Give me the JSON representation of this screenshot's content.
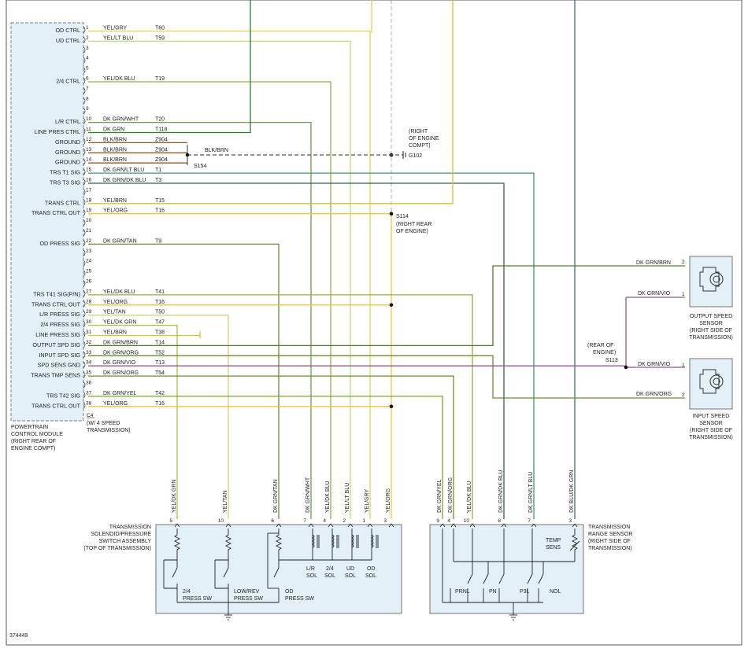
{
  "pcm": {
    "title": [
      "POWERTRAIN",
      "CONTROL MODULE",
      "(RIGHT REAR OF",
      "ENGINE COMPT)"
    ],
    "connector": "C4",
    "connector_note": [
      "(W/ 4 SPEED",
      "TRANSMISSION)"
    ],
    "pins": [
      {
        "n": "1",
        "label": "OD CTRL",
        "color": "YEL/GRY",
        "circuit": "T60"
      },
      {
        "n": "2",
        "label": "UD CTRL",
        "color": "YEL/LT BLU",
        "circuit": "T59"
      },
      {
        "n": "3",
        "label": "",
        "color": "",
        "circuit": ""
      },
      {
        "n": "4",
        "label": "",
        "color": "",
        "circuit": ""
      },
      {
        "n": "5",
        "label": "",
        "color": "",
        "circuit": ""
      },
      {
        "n": "6",
        "label": "2/4 CTRL",
        "color": "YEL/DK BLU",
        "circuit": "T19"
      },
      {
        "n": "7",
        "label": "",
        "color": "",
        "circuit": ""
      },
      {
        "n": "8",
        "label": "",
        "color": "",
        "circuit": ""
      },
      {
        "n": "9",
        "label": "",
        "color": "",
        "circuit": ""
      },
      {
        "n": "10",
        "label": "L/R CTRL",
        "color": "DK GRN/WHT",
        "circuit": "T20"
      },
      {
        "n": "11",
        "label": "LINE PRES CTRL",
        "color": "DK GRN",
        "circuit": "T118"
      },
      {
        "n": "12",
        "label": "GROUND",
        "color": "BLK/BRN",
        "circuit": "Z904"
      },
      {
        "n": "13",
        "label": "GROUND",
        "color": "BLK/BRN",
        "circuit": "Z904"
      },
      {
        "n": "14",
        "label": "GROUND",
        "color": "BLK/BRN",
        "circuit": "Z904"
      },
      {
        "n": "15",
        "label": "TRS T1 SIG",
        "color": "DK GRN/LT BLU",
        "circuit": "T1"
      },
      {
        "n": "16",
        "label": "TRS T3 SIG",
        "color": "DK GRN/DK BLU",
        "circuit": "T3"
      },
      {
        "n": "17",
        "label": "",
        "color": "",
        "circuit": ""
      },
      {
        "n": "18",
        "label": "TRANS CTRL",
        "color": "YEL/BRN",
        "circuit": "T15"
      },
      {
        "n": "19",
        "label": "TRANS CTRL OUT",
        "color": "YEL/ORG",
        "circuit": "T16"
      },
      {
        "n": "20",
        "label": "",
        "color": "",
        "circuit": ""
      },
      {
        "n": "21",
        "label": "",
        "color": "",
        "circuit": ""
      },
      {
        "n": "22",
        "label": "OD PRESS SIG",
        "color": "DK GRN/TAN",
        "circuit": "T9"
      },
      {
        "n": "23",
        "label": "",
        "color": "",
        "circuit": ""
      },
      {
        "n": "24",
        "label": "",
        "color": "",
        "circuit": ""
      },
      {
        "n": "25",
        "label": "",
        "color": "",
        "circuit": ""
      },
      {
        "n": "26",
        "label": "",
        "color": "",
        "circuit": ""
      },
      {
        "n": "27",
        "label": "TRS T41 SIG(P/N)",
        "color": "YEL/DK BLU",
        "circuit": "T41"
      },
      {
        "n": "28",
        "label": "TRANS CTRL OUT",
        "color": "YEL/ORG",
        "circuit": "T16"
      },
      {
        "n": "29",
        "label": "L/R PRESS SIG",
        "color": "YEL/TAN",
        "circuit": "T50"
      },
      {
        "n": "30",
        "label": "2/4 PRESS SIG",
        "color": "YEL/DK GRN",
        "circuit": "T47"
      },
      {
        "n": "31",
        "label": "LINE PRESS SIG",
        "color": "YEL/BRN",
        "circuit": "T38"
      },
      {
        "n": "32",
        "label": "OUTPUT SPD SIG",
        "color": "DK GRN/BRN",
        "circuit": "T14"
      },
      {
        "n": "33",
        "label": "INPUT SPD SIG",
        "color": "DK GRN/ORG",
        "circuit": "T52"
      },
      {
        "n": "34",
        "label": "SPD SENS GND",
        "color": "DK GRN/VIO",
        "circuit": "T13"
      },
      {
        "n": "35",
        "label": "TRANS TMP SENS",
        "color": "DK GRN/ORG",
        "circuit": "T54"
      },
      {
        "n": "36",
        "label": "",
        "color": "",
        "circuit": ""
      },
      {
        "n": "37",
        "label": "TRS T42 SIG",
        "color": "DK GRN/YEL",
        "circuit": "T42"
      },
      {
        "n": "38",
        "label": "TRANS CTRL OUT",
        "color": "YEL/ORG",
        "circuit": "T16"
      }
    ]
  },
  "splices": {
    "s154": "S154",
    "ground_wire": "BLK/BRN",
    "g102": "G102",
    "g102_loc": [
      "(RIGHT",
      "OF ENGINE",
      "COMPT)"
    ],
    "s114": "S114",
    "s114_loc": [
      "(RIGHT REAR",
      "OF ENGINE)"
    ],
    "s113": "S113",
    "s113_loc": [
      "(REAR OF",
      "ENGINE)"
    ]
  },
  "solenoid": {
    "title": [
      "TRANSMISSION",
      "SOLENOID/PRESSURE",
      "SWITCH ASSEMBLY",
      "(TOP OF TRANSMISSION)"
    ],
    "pins": [
      {
        "pin": "5",
        "color": "YEL/DK GRN"
      },
      {
        "pin": "10",
        "color": "YEL/TAN"
      },
      {
        "pin": "6",
        "color": "DK GRN/TAN"
      },
      {
        "pin": "7",
        "color": "DK GRN/WHT"
      },
      {
        "pin": "4",
        "color": "YEL/DK BLU"
      },
      {
        "pin": "2",
        "color": "YEL/LT BLU"
      },
      {
        "pin": "1",
        "color": "YEL/GRY"
      },
      {
        "pin": "3",
        "color": "YEL/ORG"
      }
    ],
    "sols": [
      [
        "L/R",
        "SOL"
      ],
      [
        "2/4",
        "SOL"
      ],
      [
        "UD",
        "SOL"
      ],
      [
        "OD",
        "SOL"
      ]
    ],
    "switches": [
      [
        "2/4",
        "PRESS SW"
      ],
      [
        "LOW/REV",
        "PRESS SW"
      ],
      [
        "OD",
        "PRESS SW"
      ]
    ]
  },
  "range": {
    "title": [
      "TRANSMISSION",
      "RANGE SENSOR",
      "(RIGHT SIDE OF",
      "TRANSMISSION)"
    ],
    "pins": [
      {
        "pin": "9",
        "color": "DK GRN/YEL"
      },
      {
        "pin": "4",
        "color": "DK GRN/ORG"
      },
      {
        "pin": "10",
        "color": "YEL/DK BLU"
      },
      {
        "pin": "8",
        "color": "DK GRN/DK BLU"
      },
      {
        "pin": "7",
        "color": "DK GRN/LT BLU"
      },
      {
        "pin": "3",
        "color": "DK BLU/DK GRN"
      }
    ],
    "temp": [
      "TEMP",
      "SENS"
    ],
    "switches": [
      "PRNL",
      "PN",
      "P3L",
      "NOL"
    ]
  },
  "output_sensor": {
    "title": [
      "OUTPUT SPEED",
      "SENSOR",
      "(RIGHT SIDE OF",
      "TRANSMISSION)"
    ],
    "pin2": "2",
    "pin1": "1",
    "wire2": "DK GRN/BRN",
    "wire1": "DK GRN/VIO"
  },
  "input_sensor": {
    "title": [
      "INPUT SPEED",
      "SENSOR",
      "(RIGHT SIDE OF",
      "TRANSMISSION)"
    ],
    "pin1": "1",
    "pin2": "2",
    "wire1": "DK GRN/VIO",
    "wire2": "DK GRN/ORG"
  },
  "figure_id": "374449",
  "wire_colors": {
    "yel_gry": "#dad65a",
    "yel_ltblu": "#b8e07a",
    "yel_dkblu": "#a5a850",
    "dkgrn_wht": "#6e9c55",
    "dkgrn": "#2f7f2a",
    "blk_brn": "#8b5a2b",
    "dkgrn_ltblu": "#3f9a6e",
    "dkgrn_dkblu": "#2e5d5a",
    "yel_brn": "#d4c236",
    "yel_org": "#f0c63a",
    "dkgrn_tan": "#6b8a3a",
    "yel_tan": "#d9d07a",
    "yel_dkgrn": "#a4c43a",
    "dkgrn_brn": "#567a2c",
    "dkgrn_org": "#6c8f2a",
    "dkgrn_vio": "#8e5b8e",
    "dkgrn_yel": "#7aa52c",
    "dkblu_dkgrn": "#3d6e84",
    "box_fill": "#e3f0f8"
  }
}
